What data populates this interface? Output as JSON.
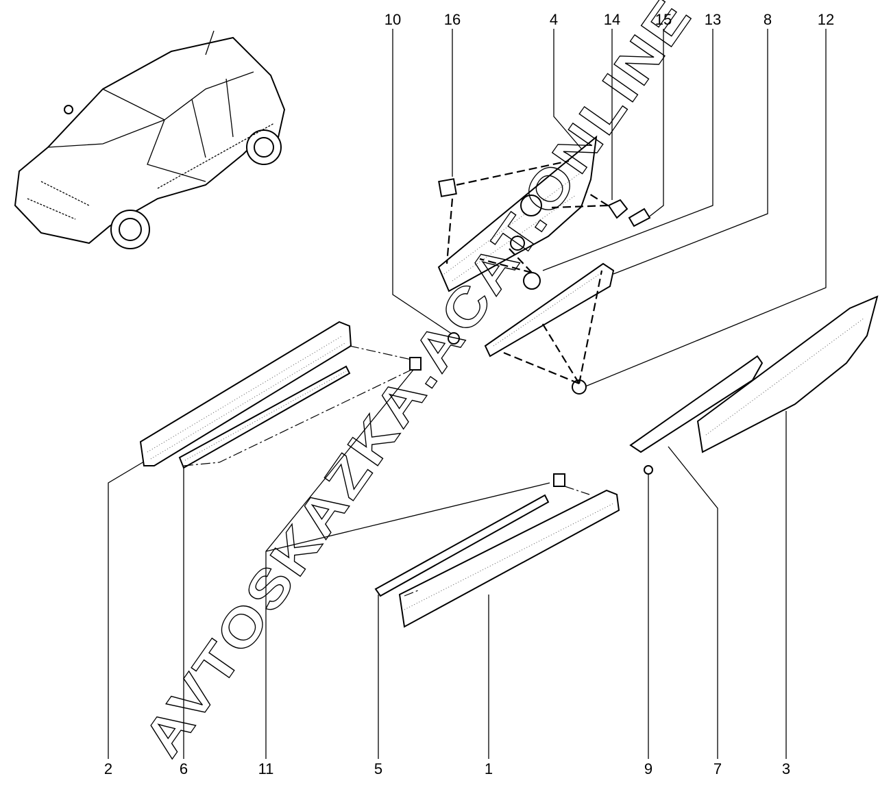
{
  "diagram": {
    "watermark": "AVTOSKAZKA.ACAT.ONLINE",
    "callouts_top": [
      "10",
      "16",
      "4",
      "14",
      "15",
      "13",
      "8",
      "12"
    ],
    "callouts_bottom": [
      "2",
      "6",
      "11",
      "5",
      "1",
      "9",
      "7",
      "3"
    ]
  }
}
